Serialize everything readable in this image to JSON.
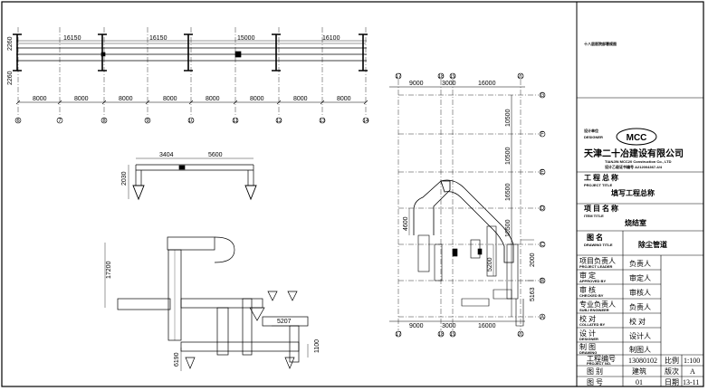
{
  "plan_top": {
    "dims_upper": [
      "16150",
      "16150",
      "15000",
      "16100"
    ],
    "dims_left": [
      "2260",
      "2260"
    ],
    "dims_lower": [
      "8000",
      "8000",
      "8000",
      "8000",
      "8000",
      "8000",
      "8000",
      "8000"
    ],
    "axes": [
      "6",
      "7",
      "8",
      "9",
      "10",
      "11",
      "12",
      "13",
      "14"
    ]
  },
  "elev_small": {
    "dims": [
      "3404",
      "5600"
    ],
    "height": "2030"
  },
  "section_right": {
    "axes_top": [
      "17",
      "18",
      "19",
      "20"
    ],
    "dims_top": [
      "9000",
      "3000",
      "16000"
    ],
    "axes_side": [
      "G",
      "F",
      "E",
      "D",
      "C",
      "B",
      "A"
    ],
    "dims_side": [
      "10500",
      "10500",
      "16500",
      "10500"
    ],
    "labels": [
      "4600",
      "5200",
      "2000",
      "5163"
    ],
    "axes_bottom": [
      "17",
      "18",
      "19",
      "20"
    ],
    "dims_bottom": [
      "9000",
      "3000",
      "16000"
    ]
  },
  "elev_big": {
    "dims": [
      "17200",
      "5207",
      "6190",
      "1100"
    ]
  },
  "title_block": {
    "project_note": "十八层医院部署规图",
    "designer_cn": "设计单位",
    "designer_en": "DESIGNER",
    "company": "天津二十冶建设有限公司",
    "company_en": "TIANJIN MCC20 Construction Co., LTD",
    "cert": "设计乙级证书编号 A212004367-4/4",
    "logo": "MCC",
    "project_title_cn": "工 程 总 称",
    "project_title_en": "PROJECT TITLE",
    "project_title_val": "填写工程总称",
    "item_title_cn": "项 目 名 称",
    "item_title_en": "ITEM TITLE",
    "item_title_val": "烧结室",
    "drawing_title_cn": "图    名",
    "drawing_title_en": "DRAWING TITLE",
    "drawing_title_val": "除尘管道",
    "rows": [
      {
        "cn": "项目负责人",
        "en": "PROJECT LEADER",
        "val": "负责人"
      },
      {
        "cn": "审      定",
        "en": "APPROVED BY",
        "val": "审定人"
      },
      {
        "cn": "审      核",
        "en": "CHECKED BY",
        "val": "审核人"
      },
      {
        "cn": "专业负责人",
        "en": "SUBJ ENGINEER",
        "val": "负责人"
      },
      {
        "cn": "校      对",
        "en": "COLLATED BY",
        "val": "校  对"
      },
      {
        "cn": "设      计",
        "en": "DESIGNER",
        "val": "设计人"
      },
      {
        "cn": "制      图",
        "en": "DRAWING",
        "val": "制图人"
      }
    ],
    "proj_no_cn": "工程编号",
    "proj_no_en": "PROJECT NO.",
    "proj_no_val": "13080102",
    "scale_cn": "比例",
    "scale_val": "1:100",
    "type_cn": "图    别",
    "type_val": "建筑",
    "edition_cn": "版次",
    "edition_val": "A",
    "sheet_cn": "图    号",
    "sheet_val": "01",
    "date_cn": "日期",
    "date_val": "13-11"
  }
}
